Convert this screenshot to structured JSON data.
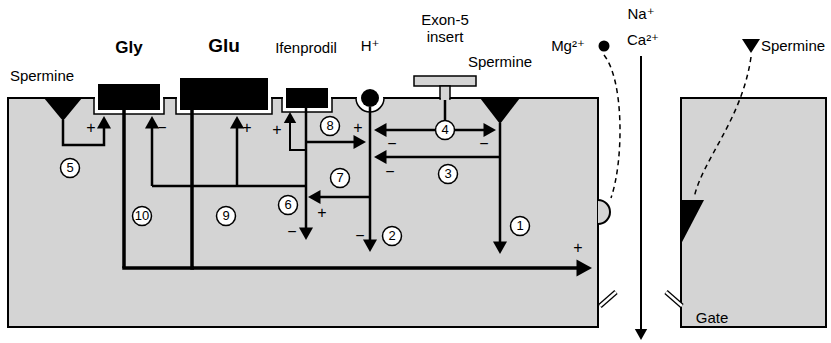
{
  "diagram": {
    "labels": [
      "Spermine",
      "Gly",
      "Glu",
      "Ifenprodil",
      "H⁺",
      "Exon-5 insert",
      "Spermine",
      "Mg²⁺",
      "Na⁺",
      "Ca²⁺",
      "Spermine",
      "+",
      "5",
      "−",
      "10",
      "+",
      "9",
      "+",
      "−",
      "6",
      "8",
      "+",
      "7",
      "+",
      "−",
      "4",
      "−",
      "3",
      "−",
      "2",
      "−",
      "1",
      "+",
      "Gate"
    ]
  }
}
